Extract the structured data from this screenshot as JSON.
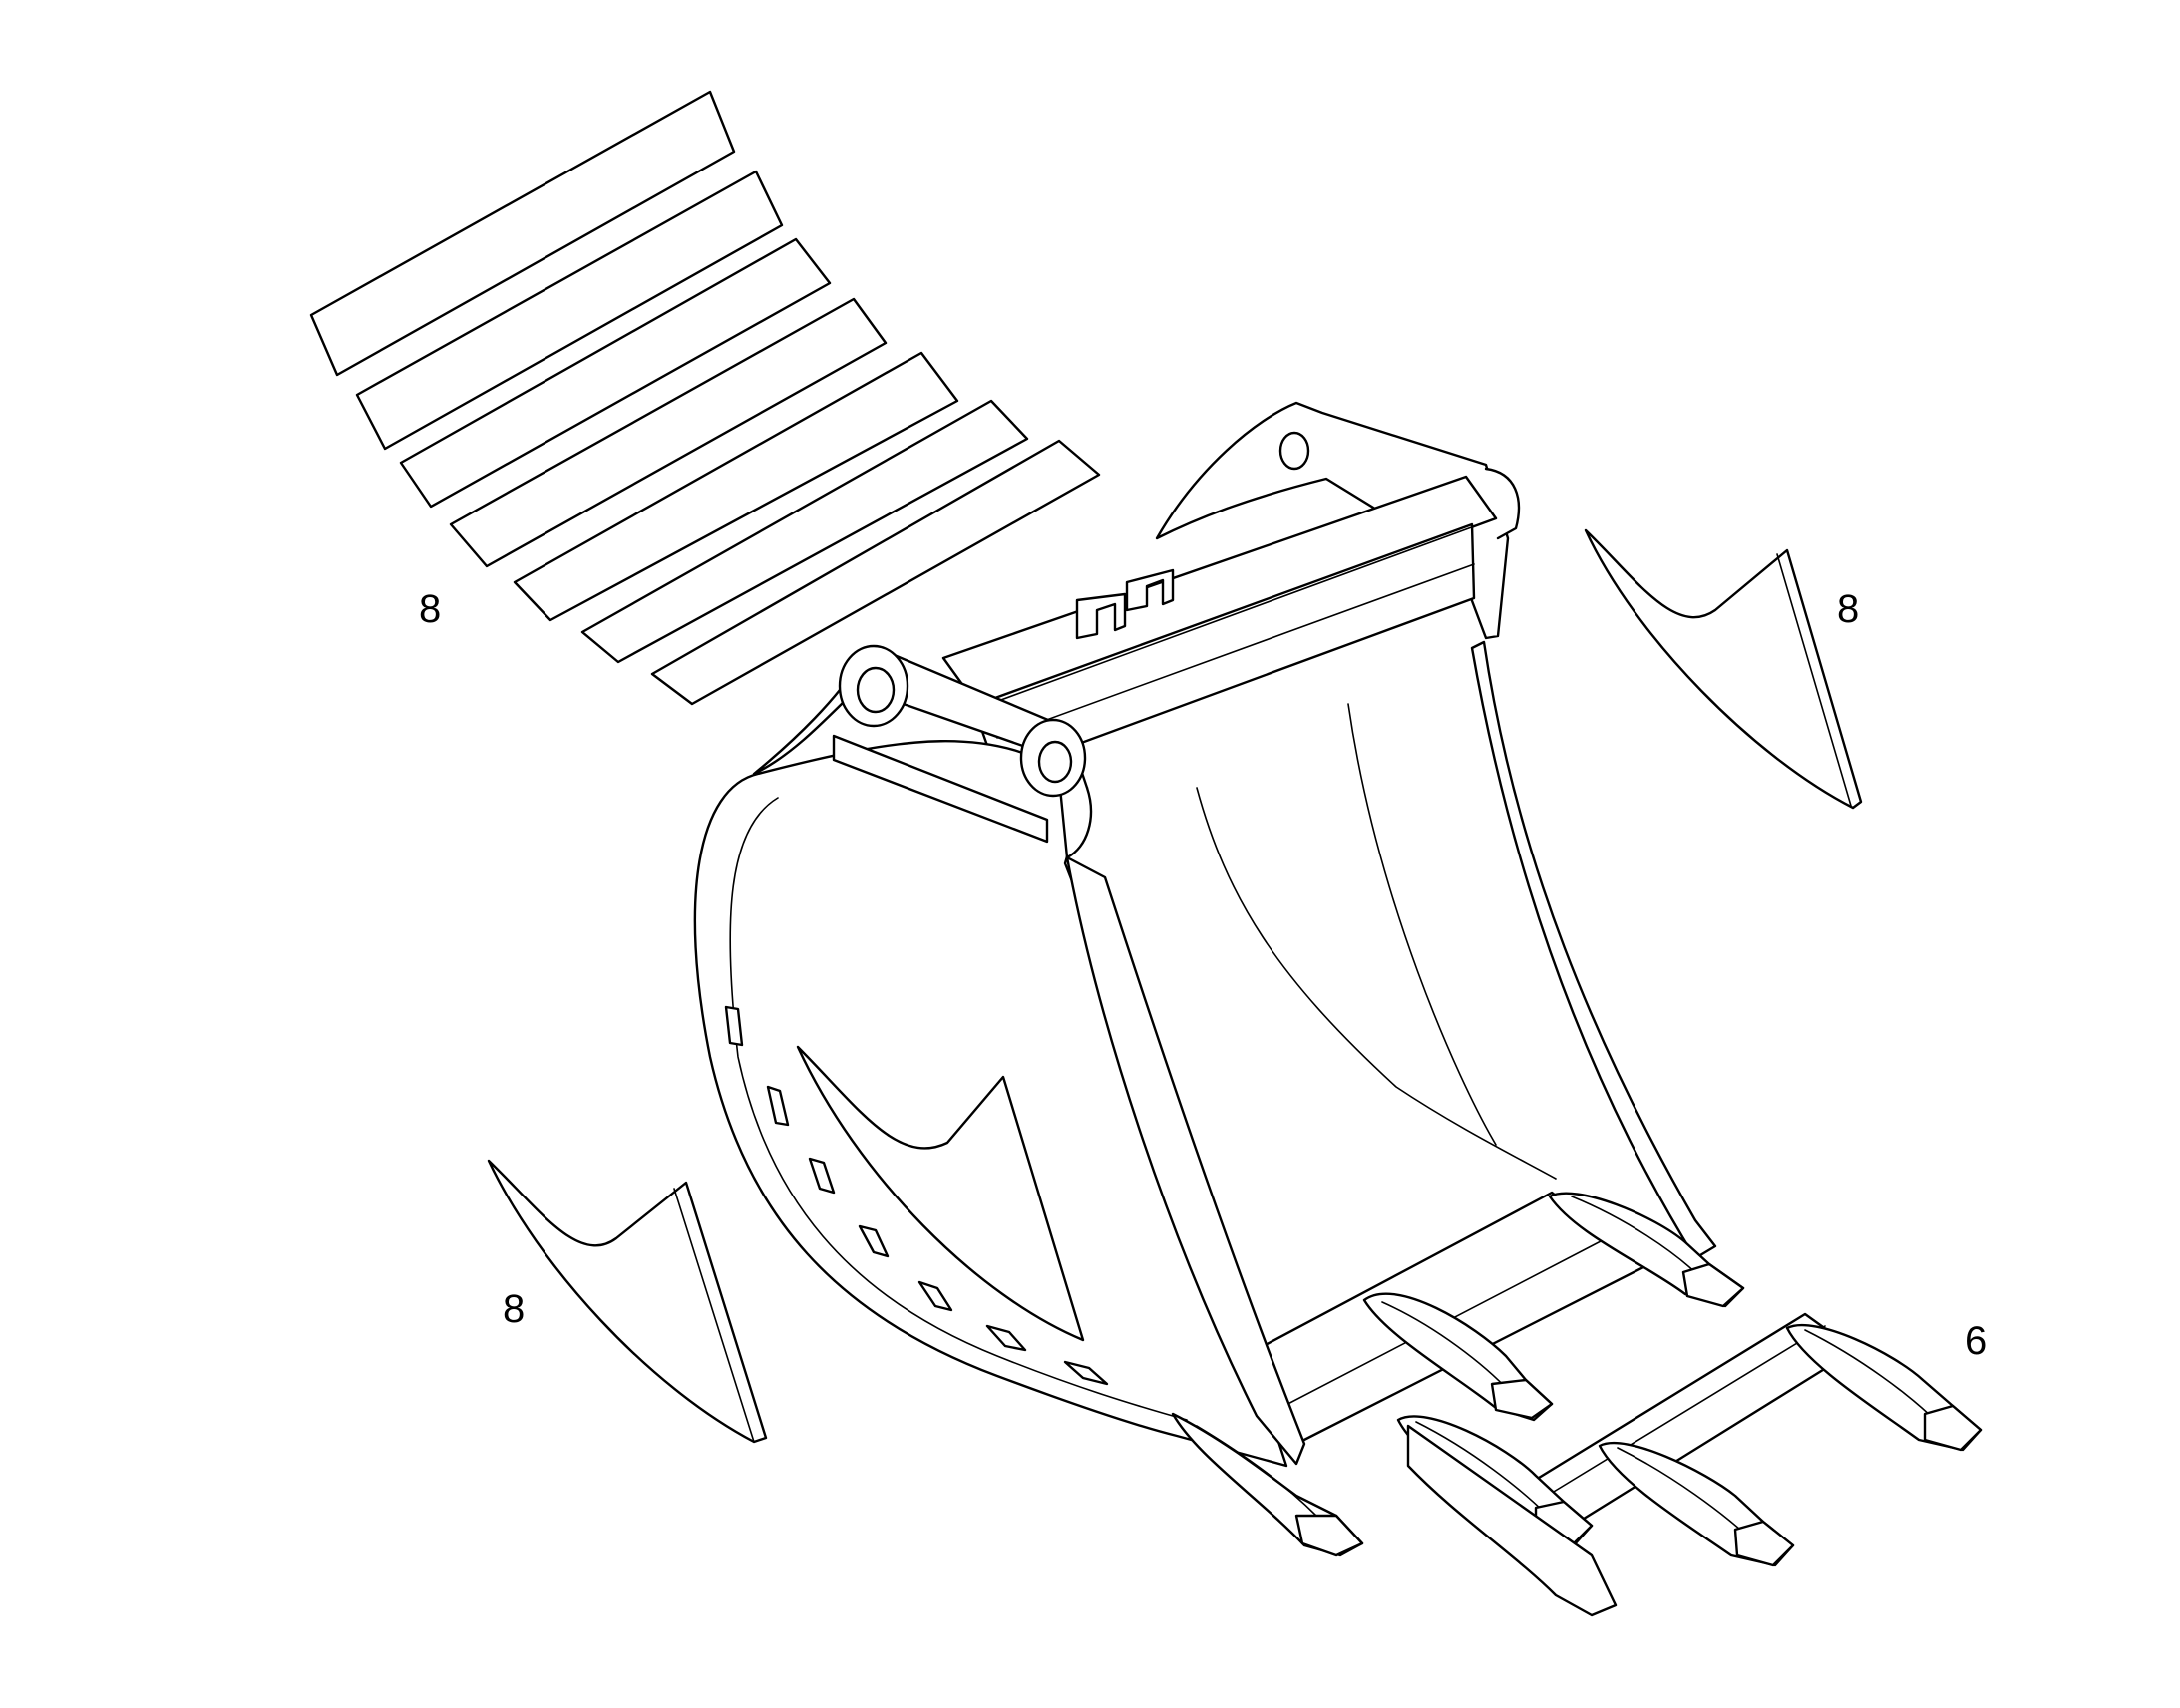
{
  "callouts": [
    {
      "id": "wear-strips",
      "label": "8"
    },
    {
      "id": "side-plate-right",
      "label": "8"
    },
    {
      "id": "side-plate-left",
      "label": "8"
    },
    {
      "id": "tooth-bar",
      "label": "6"
    }
  ],
  "colors": {
    "line": "#000000",
    "background": "#ffffff"
  }
}
